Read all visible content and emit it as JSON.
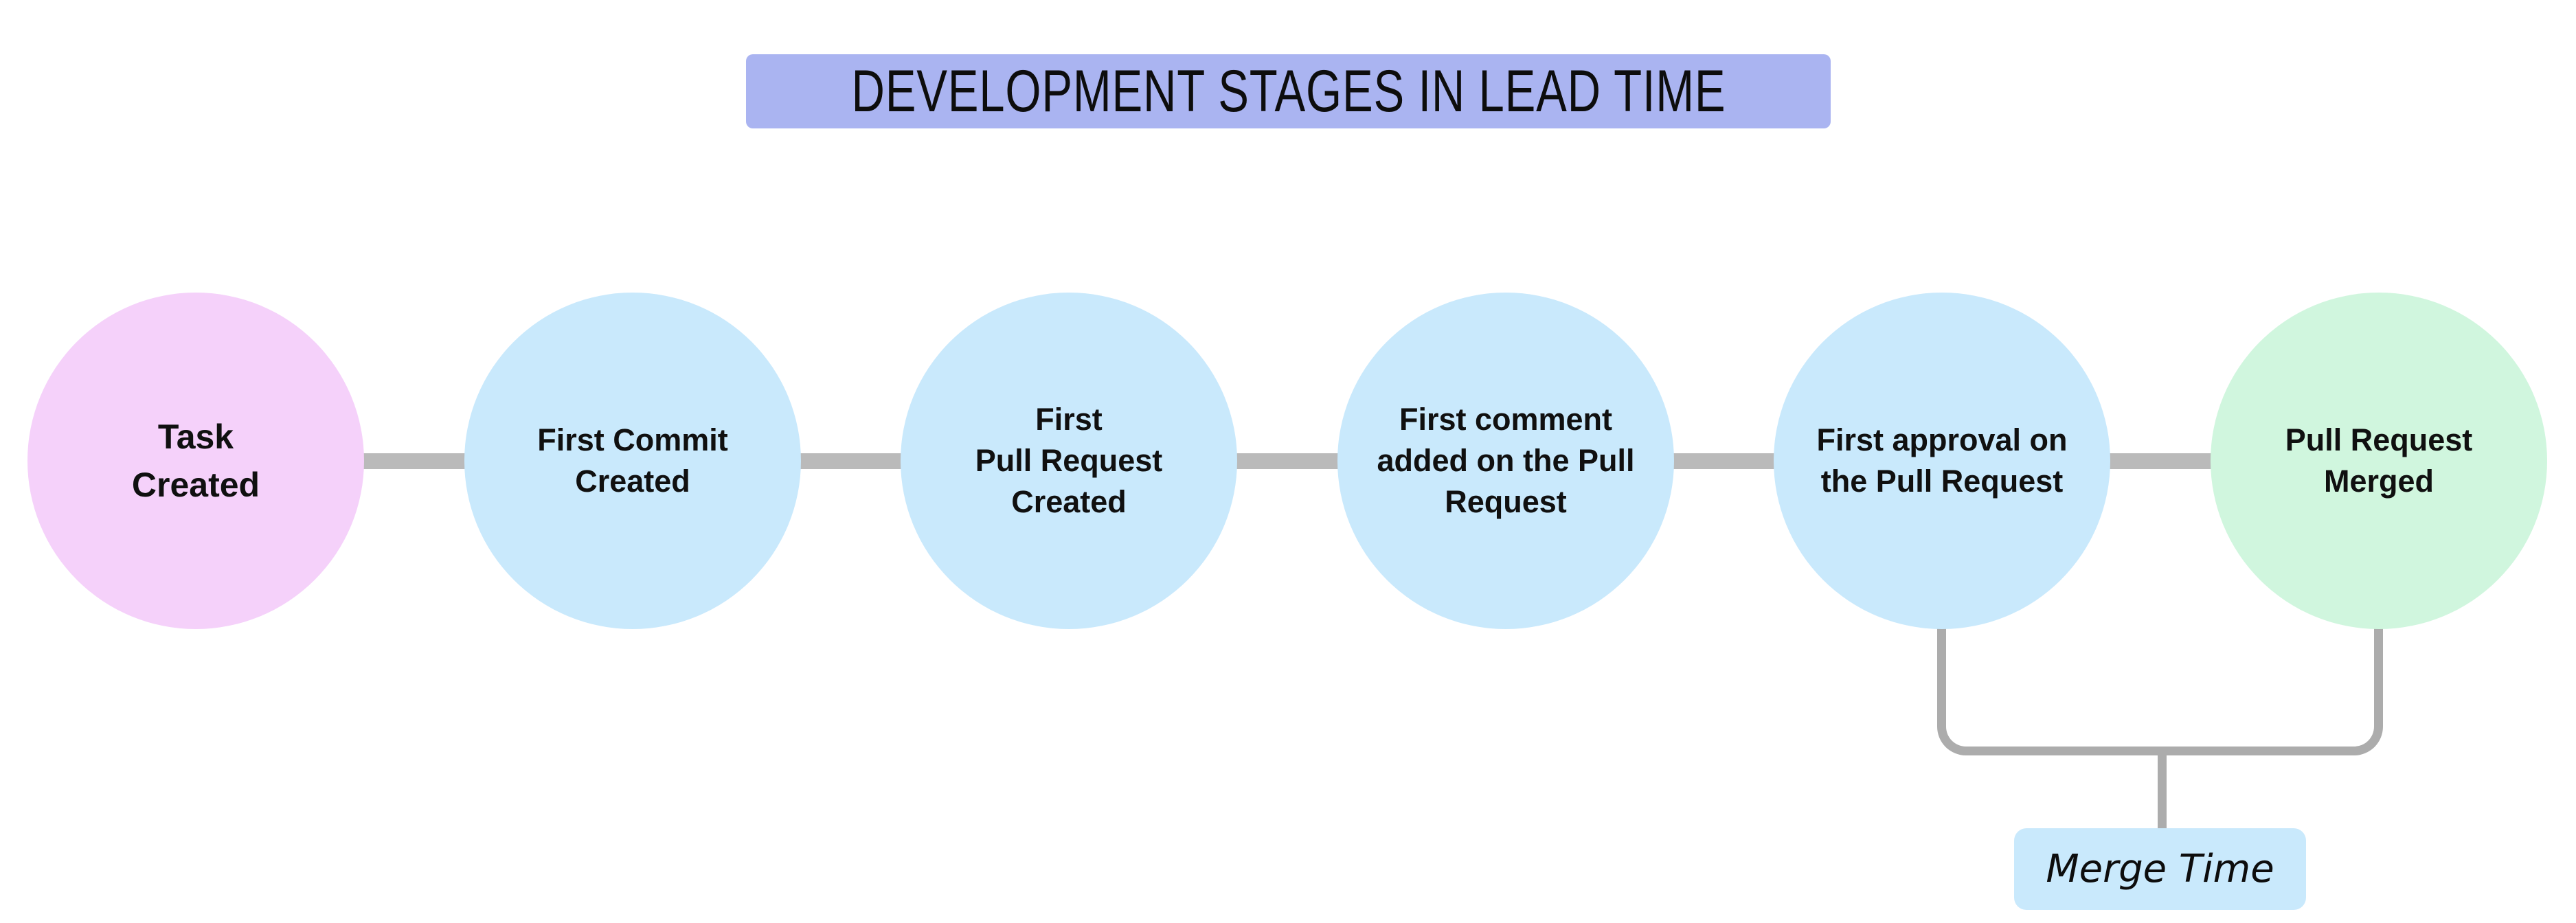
{
  "title": "DEVELOPMENT STAGES IN LEAD TIME",
  "colors": {
    "background": "#ffffff",
    "title_banner_bg": "#aab4f1",
    "task_circle_bg": "#f5d1fa",
    "stage_circle_bg": "#c9e9fc",
    "merged_circle_bg": "#d0f6de",
    "connector_gray": "#bababa",
    "bracket_gray": "#acacac",
    "merge_label_bg": "#c9e9fc",
    "text": "#101010"
  },
  "stages": [
    {
      "id": "task-created",
      "color": "#f5d1fa",
      "lines": [
        "Task",
        "Created"
      ]
    },
    {
      "id": "first-commit-created",
      "color": "#c9e9fc",
      "lines": [
        "First Commit",
        "Created"
      ]
    },
    {
      "id": "first-pull-request-created",
      "color": "#c9e9fc",
      "lines": [
        "First",
        "Pull Request",
        "Created"
      ]
    },
    {
      "id": "first-comment-added",
      "color": "#c9e9fc",
      "lines": [
        "First comment",
        "added on the Pull",
        "Request"
      ]
    },
    {
      "id": "first-approval",
      "color": "#c9e9fc",
      "lines": [
        "First approval on",
        "the Pull Request"
      ]
    },
    {
      "id": "pull-request-merged",
      "color": "#d0f6de",
      "lines": [
        "Pull Request",
        "Merged"
      ]
    }
  ],
  "annotation": {
    "label": "Merge Time",
    "spans_from": "first-approval",
    "spans_to": "pull-request-merged"
  }
}
